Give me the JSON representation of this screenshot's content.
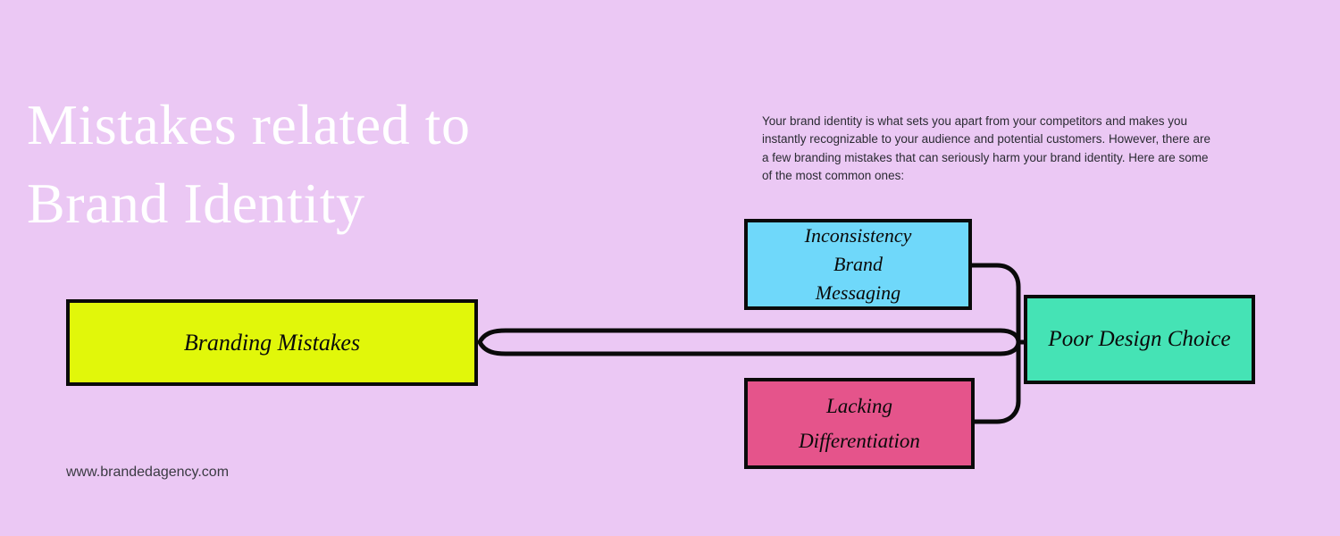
{
  "page": {
    "background_color": "#ebc8f4",
    "title": "Mistakes related to\nBrand Identity",
    "title_color": "#ffffff",
    "intro_paragraph": "Your brand identity is what sets you apart from your competitors and makes you instantly recognizable to your audience and potential customers. However, there are a few branding mistakes that can seriously harm your brand identity. Here are some of the most common ones:",
    "footer_url": "www.brandedagency.com"
  },
  "diagram": {
    "type": "flow-diagram",
    "line_color": "#0a0a0a",
    "nodes": [
      {
        "id": "branding-mistakes",
        "label": "Branding Mistakes",
        "color": "#e1f70a",
        "role": "root"
      },
      {
        "id": "inconsistency-brand-messaging",
        "label": "Inconsistency\nBrand\nMessaging",
        "color": "#6fd8fa",
        "role": "branch"
      },
      {
        "id": "lacking-differentiation",
        "label": "Lacking\nDifferentiation",
        "color": "#e5548b",
        "role": "branch"
      },
      {
        "id": "poor-design-choice",
        "label": "Poor Design Choice",
        "color": "#45e3b5",
        "role": "branch"
      }
    ]
  }
}
